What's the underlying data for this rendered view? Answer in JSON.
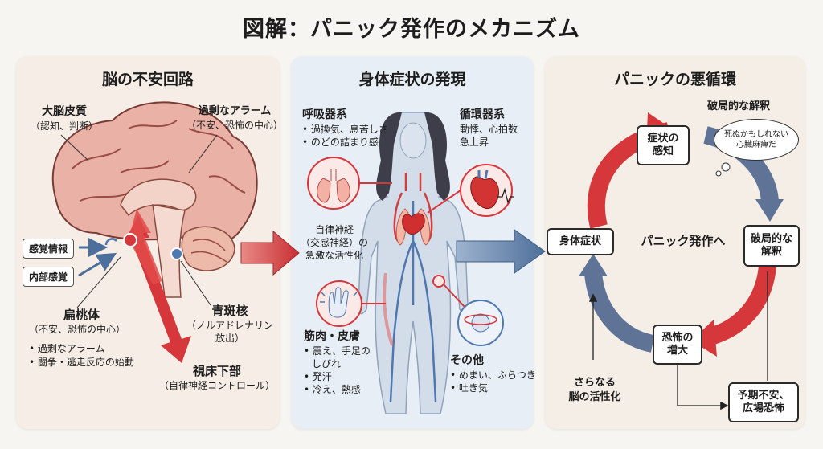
{
  "title": "図解：パニック発作のメカニズム",
  "panels": {
    "brain": {
      "title": "脳の不安回路",
      "cortex": {
        "name": "大脳皮質",
        "sub": "（認知、判断）"
      },
      "alarm": {
        "name": "過剰なアラーム",
        "sub": "（不安、恐怖の中心）"
      },
      "sensory": "感覚情報",
      "interoception": "内部感覚",
      "amygdala": {
        "name": "扁桃体",
        "sub": "（不安、恐怖の中心）",
        "bullets": [
          "過剰なアラーム",
          "闘争・逃走反応の始動"
        ]
      },
      "locus": {
        "name": "青斑核",
        "sub1": "（ノルアドレナリン",
        "sub2": "放出）"
      },
      "hypothalamus": {
        "name": "視床下部",
        "sub": "（自律神経コントロール）"
      }
    },
    "body": {
      "title": "身体症状の発現",
      "respiratory": {
        "name": "呼吸器系",
        "items": [
          "過換気、息苦しさ",
          "のどの詰まり感"
        ]
      },
      "circulatory": {
        "name": "循環器系",
        "items": [
          "動悸、心拍数",
          "急上昇"
        ]
      },
      "autonomic": {
        "line1": "自律神経",
        "line2": "（交感神経）の",
        "line3": "急激な活性化"
      },
      "muscle": {
        "name": "筋肉・皮膚",
        "items": [
          "震え、手足の",
          "しびれ",
          "発汗",
          "冷え、熱感"
        ]
      },
      "other": {
        "name": "その他",
        "items": [
          "めまい、ふらつき",
          "吐き気"
        ]
      }
    },
    "cycle": {
      "title": "パニックの悪循環",
      "center": "パニック発作へ",
      "perception": {
        "line1": "症状の",
        "line2": "感知"
      },
      "catastrophic": {
        "line1": "破局的な",
        "line2": "解釈"
      },
      "fear": {
        "line1": "恐怖の",
        "line2": "増大"
      },
      "symptoms": "身体症状",
      "thought_title": "破局的な解釈",
      "thought": {
        "line1": "死ぬかもしれない",
        "line2": "心臓麻痺だ"
      },
      "further": {
        "line1": "さらなる",
        "line2": "脳の活性化"
      },
      "anticipatory": {
        "line1": "予期不安、",
        "line2": "広場恐怖"
      }
    }
  },
  "colors": {
    "red": "#d6373b",
    "blue": "#5476a3",
    "brain": "#e9a9a0"
  }
}
